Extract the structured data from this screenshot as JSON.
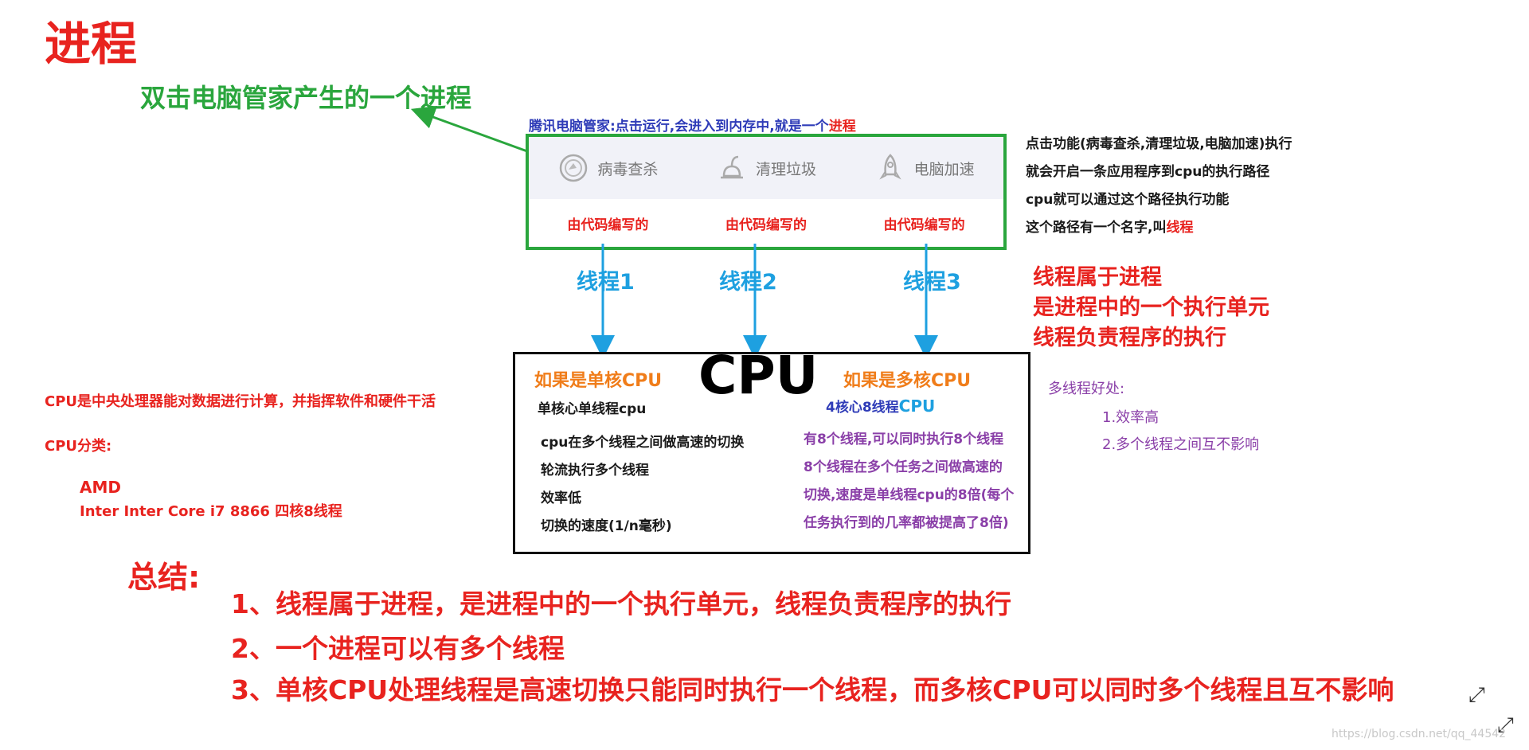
{
  "title": "进程",
  "subtitle": "双击电脑管家产生的一个进程",
  "app": {
    "header_prefix": "腾讯电脑管家:点击运行,会进入到内存中,就是一个",
    "header_highlight": "进程",
    "tools": [
      {
        "label": "病毒查杀",
        "icon": "virus-scan-icon"
      },
      {
        "label": "清理垃圾",
        "icon": "cleanup-icon"
      },
      {
        "label": "电脑加速",
        "icon": "rocket-icon"
      }
    ],
    "code_labels": [
      "由代码编写的",
      "由代码编写的",
      "由代码编写的"
    ]
  },
  "right_notes": [
    "点击功能(病毒查杀,清理垃圾,电脑加速)执行",
    "就会开启一条应用程序到cpu的执行路径",
    "cpu就可以通过这个路径执行功能"
  ],
  "right_note_last_prefix": "这个路径有一个名字,叫",
  "right_note_last_highlight": "线程",
  "threads": [
    "线程1",
    "线程2",
    "线程3"
  ],
  "thread_notes": [
    "线程属于进程",
    "是进程中的一个执行单元",
    "线程负责程序的执行"
  ],
  "cpu": {
    "title": "CPU",
    "single_heading": "如果是单核CPU",
    "single_sub": "单核心单线程cpu",
    "single_points": [
      "cpu在多个线程之间做高速的切换",
      "轮流执行多个线程",
      "效率低",
      "切换的速度(1/n毫秒)"
    ],
    "multi_heading": "如果是多核CPU",
    "multi_sub_prefix": "4核心8线程",
    "multi_sub_suffix": "CPU",
    "multi_points": [
      "有8个线程,可以同时执行8个线程",
      "8个线程在多个任务之间做高速的",
      "切换,速度是单线程cpu的8倍(每个",
      "任务执行到的几率都被提高了8倍)"
    ]
  },
  "left_notes": {
    "definition": "CPU是中央处理器能对数据进行计算，并指挥软件和硬件干活",
    "category": "CPU分类:",
    "amd": "AMD",
    "intel": "Inter Inter Core i7 8866  四核8线程"
  },
  "benefits": {
    "title": "多线程好处:",
    "items": [
      "1.效率高",
      "2.多个线程之间互不影响"
    ]
  },
  "summary": {
    "title": "总结:",
    "items": [
      "1、线程属于进程，是进程中的一个执行单元，线程负责程序的执行",
      "2、一个进程可以有多个线程",
      "3、单核CPU处理线程是高速切换只能同时执行一个线程，而多核CPU可以同时多个线程且互不影响"
    ]
  },
  "watermark": "https://blog.csdn.net/qq_44542",
  "colors": {
    "red": "#e8231f",
    "green": "#2aa63d",
    "blue": "#1ea0e0",
    "orange": "#f07d1a",
    "purple": "#8a3fa8"
  }
}
